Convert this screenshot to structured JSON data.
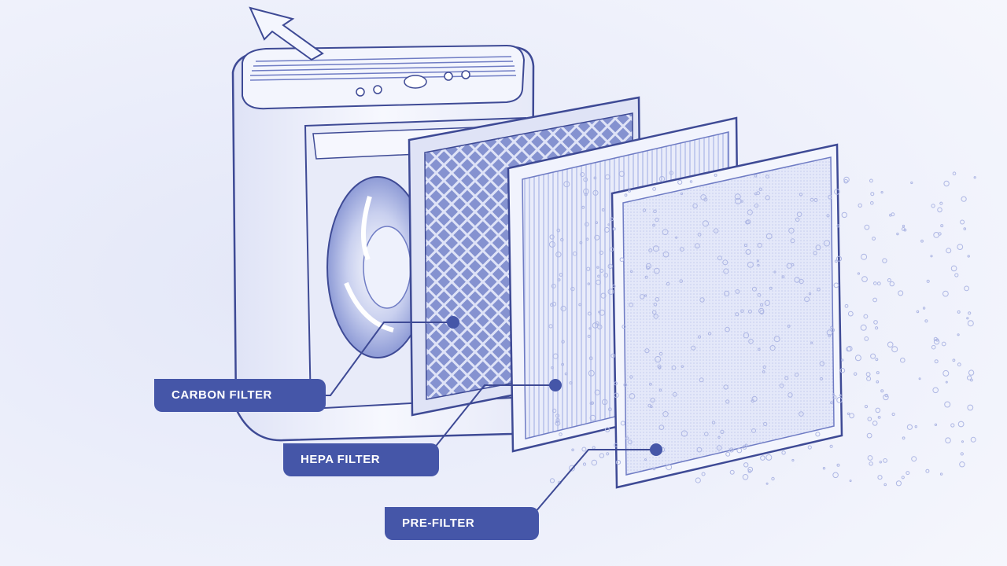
{
  "labels": {
    "carbon": "CARBON FILTER",
    "hepa": "HEPA FILTER",
    "pre": "PRE-FILTER"
  },
  "icons": [
    "airflow-arrow-icon",
    "control-button-icon",
    "fan-icon"
  ],
  "colors": {
    "background": "#eef0fb",
    "accent": "#4556a8",
    "outline": "#3e4a95",
    "mesh": "#6f7cc4",
    "particles": "#aeb7e4"
  }
}
